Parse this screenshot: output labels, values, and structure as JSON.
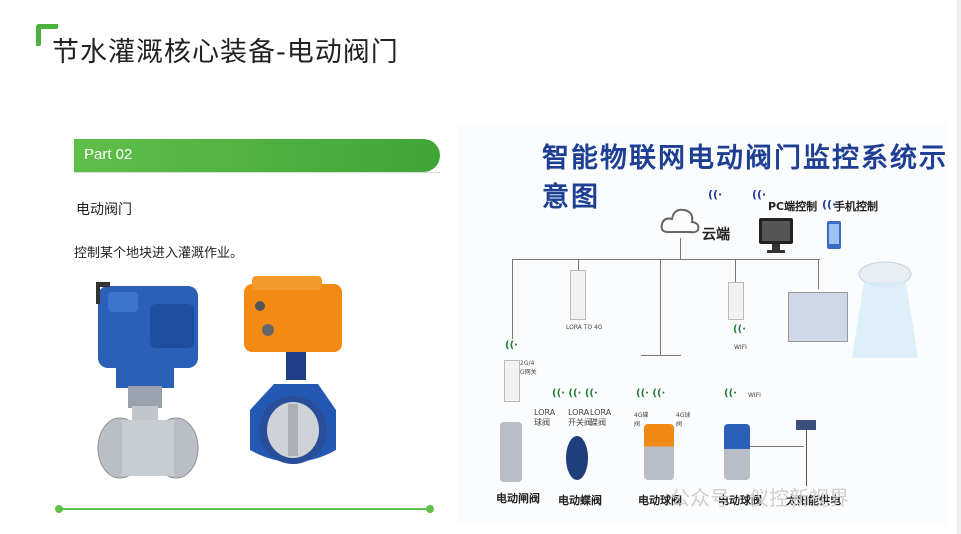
{
  "slide": {
    "title": "节水灌溉核心装备-电动阀门",
    "part_label": "Part 02",
    "subheading": "电动阀门",
    "description": "控制某个地块进入灌溉作业。"
  },
  "diagram": {
    "title": "智能物联网电动阀门监控系统示意图",
    "cloud": "云端",
    "pc_control": "PC端控制",
    "mobile_control": "手机控制",
    "lora4g": "LORA TO 4G",
    "wifi_a": "WIFI",
    "wifi_b": "WIFI",
    "lora1": "LORA\n球阀",
    "lora2": "LORA\n开关阀",
    "lora3": "LORA\n碟阀",
    "g4a": "4G碟\n阀",
    "g4b": "4G球\n阀",
    "gw": "2G/4\nG网关",
    "bottom1": "电动闸阀",
    "bottom2": "电动蝶阀",
    "bottom3": "电动球阀",
    "bottom4": "电动球阀",
    "bottom5": "太阳能供电"
  },
  "watermark": "公众号 · 仪控新视界",
  "colors": {
    "accent": "#4cb43e",
    "title_blue": "#1f3f94"
  }
}
